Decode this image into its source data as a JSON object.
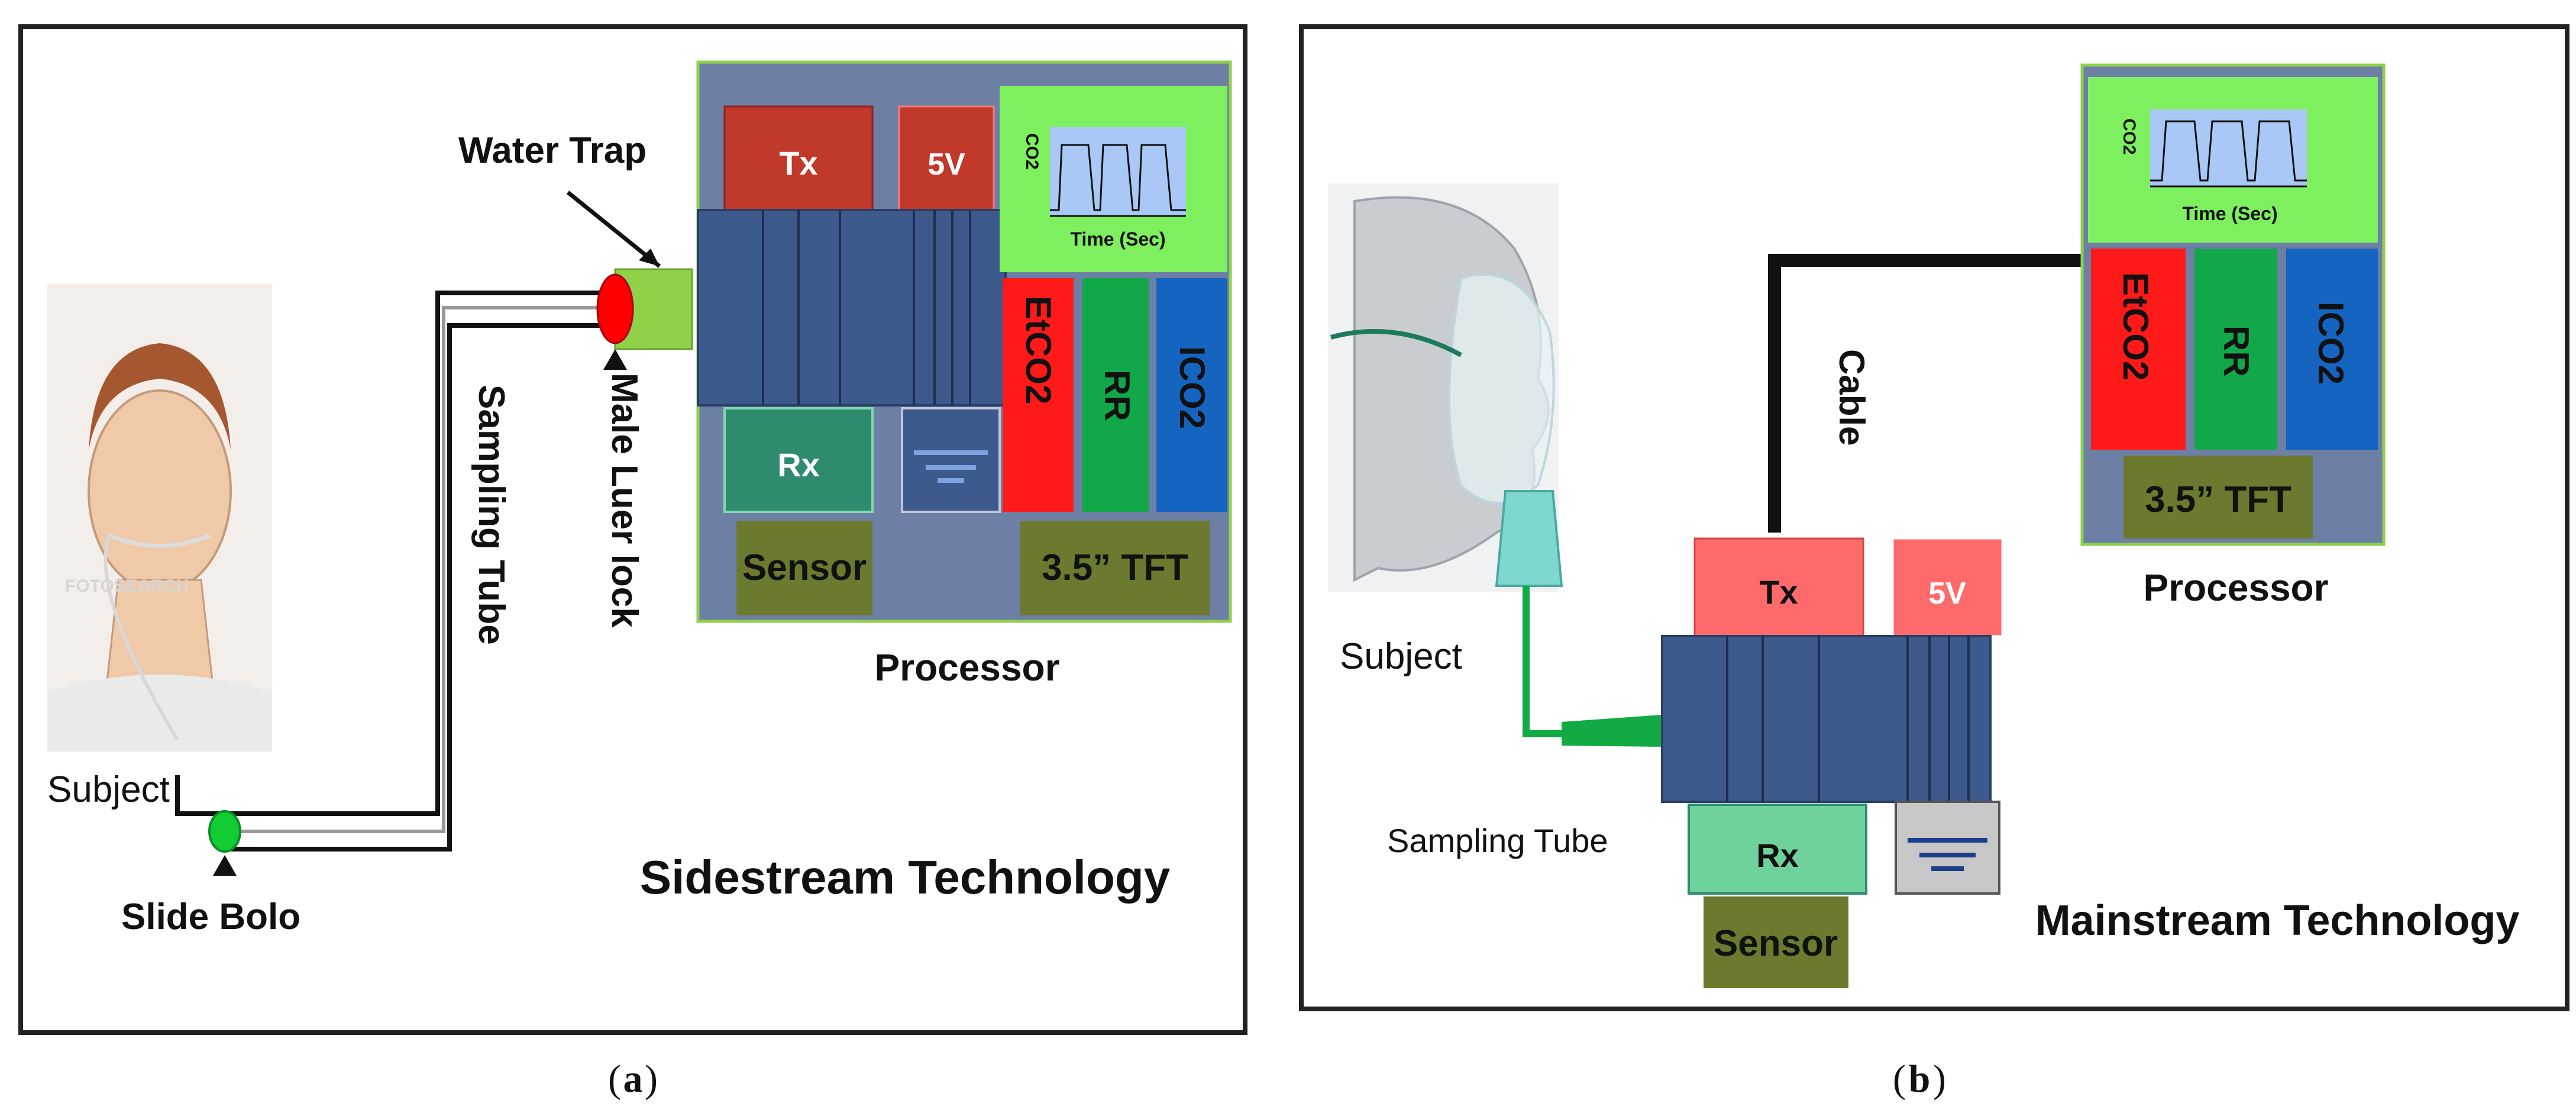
{
  "panel_a": {
    "caption_open": "(",
    "caption_letter": "a",
    "caption_close": ")",
    "title": "Sidestream Technology",
    "labels": {
      "water_trap": "Water Trap",
      "male_luer_lock": "Male Luer lock",
      "sampling_tube": "Sampling Tube",
      "subject": "Subject",
      "slide_bolo": "Slide Bolo",
      "watermark": "FOTOSEARCH",
      "processor": "Processor"
    },
    "processor": {
      "tx": "Tx",
      "v5": "5V",
      "rx": "Rx",
      "sensor": "Sensor",
      "tft": "3.5” TFT",
      "etco2": "EtCO2",
      "rr": "RR",
      "ico2": "ICO2",
      "co2_axis": "CO2",
      "time_axis": "Time (Sec)"
    }
  },
  "panel_b": {
    "caption_open": "(",
    "caption_letter": "b",
    "caption_close": ")",
    "title": "Mainstream Technology",
    "labels": {
      "subject": "Subject",
      "sampling_tube": "Sampling Tube",
      "cable": "Cable",
      "processor": "Processor"
    },
    "processor": {
      "etco2": "EtCO2",
      "rr": "RR",
      "ico2": "ICO2",
      "tft": "3.5” TFT",
      "co2_axis": "CO2",
      "time_axis": "Time (Sec)"
    },
    "sensor": {
      "tx": "Tx",
      "v5": "5V",
      "rx": "Rx",
      "sensor": "Sensor"
    }
  },
  "colors": {
    "tx_a": "#c0392b",
    "v5_a": "#c0392b",
    "tx_b": "#ff6b6b",
    "v5_b": "#ff6b6b",
    "chamber": "#3d5a8c",
    "rx_a": "#2e8b6e",
    "rx_b": "#6fd19b",
    "sensor_label": "#6b7a2e",
    "screen_green": "#7ef060",
    "etco2": "#ff1a1a",
    "rr": "#12a84a",
    "ico2": "#1565c0",
    "processor_bg": "#6e7fa6",
    "water_trap": "#8fd24a",
    "luer_lock": "#ff0000",
    "slide_bolo": "#11cc33",
    "waveform_bg": "#a9c8f5"
  }
}
